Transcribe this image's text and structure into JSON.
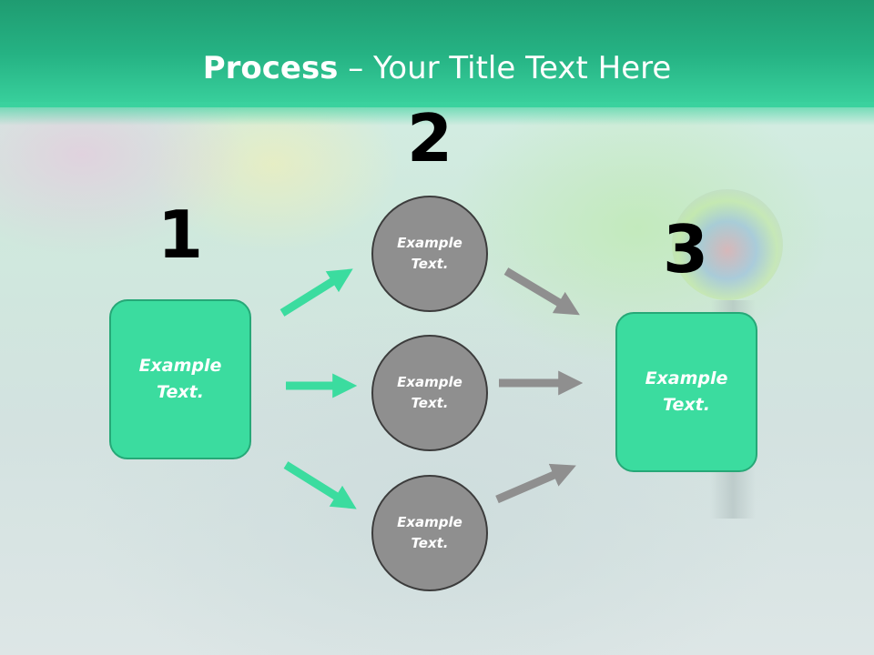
{
  "title": {
    "bold": "Process",
    "rest": " – Your Title Text Here"
  },
  "steps": [
    {
      "number": "1"
    },
    {
      "number": "2"
    },
    {
      "number": "3"
    }
  ],
  "boxes": [
    {
      "line1": "Example",
      "line2": "Text."
    },
    {
      "line1": "Example",
      "line2": "Text."
    }
  ],
  "circles": [
    {
      "line1": "Example",
      "line2": "Text."
    },
    {
      "line1": "Example",
      "line2": "Text."
    },
    {
      "line1": "Example",
      "line2": "Text."
    }
  ],
  "colors": {
    "header": "#25b283",
    "box_fill": "#3bdc9f",
    "circle_fill": "#8f8f8f",
    "green_arrow": "#3bdc9f",
    "gray_arrow": "#8f8f8f"
  }
}
